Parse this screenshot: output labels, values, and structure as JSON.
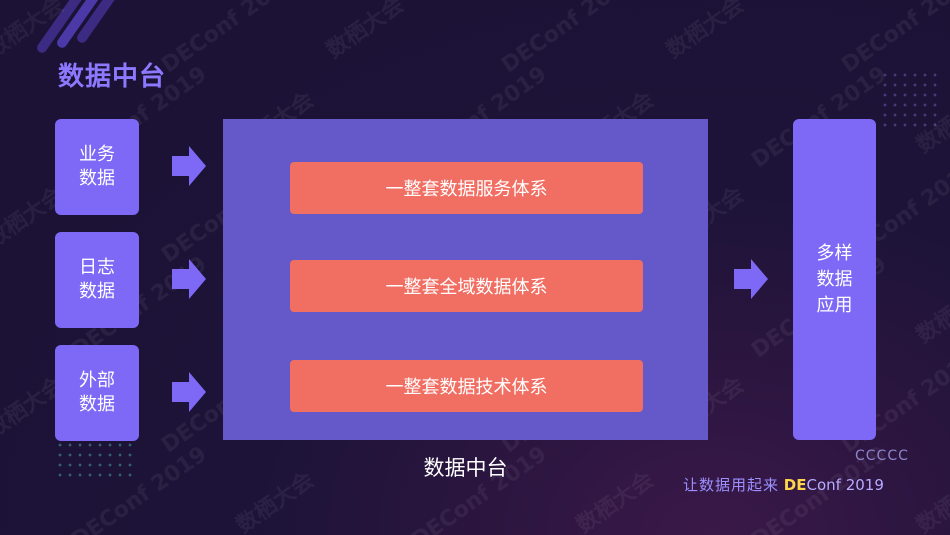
{
  "title": "数据中台",
  "sources": [
    {
      "label": "业务数据"
    },
    {
      "label": "日志数据"
    },
    {
      "label": "外部数据"
    }
  ],
  "platform": {
    "caption": "数据中台",
    "layers": [
      {
        "label": "一整套数据服务体系"
      },
      {
        "label": "一整套全域数据体系"
      },
      {
        "label": "一整套数据技术体系"
      }
    ]
  },
  "application": {
    "label": "多样数据应用"
  },
  "footer": {
    "slogan": "让数据用起来",
    "brand_prefix": "DE",
    "brand_suffix": "Conf 2019",
    "cc_mark": "CCCCC"
  },
  "watermark": {
    "cn": "数栖大会",
    "en": "DEConf 2019"
  },
  "colors": {
    "background": "#1d1338",
    "source_box": "#7d69f5",
    "platform": "#6559c9",
    "layer_bar": "#f16e63",
    "arrow": "#7d69f5",
    "title": "#8c79ff",
    "brand_accent": "#ffd54a"
  }
}
